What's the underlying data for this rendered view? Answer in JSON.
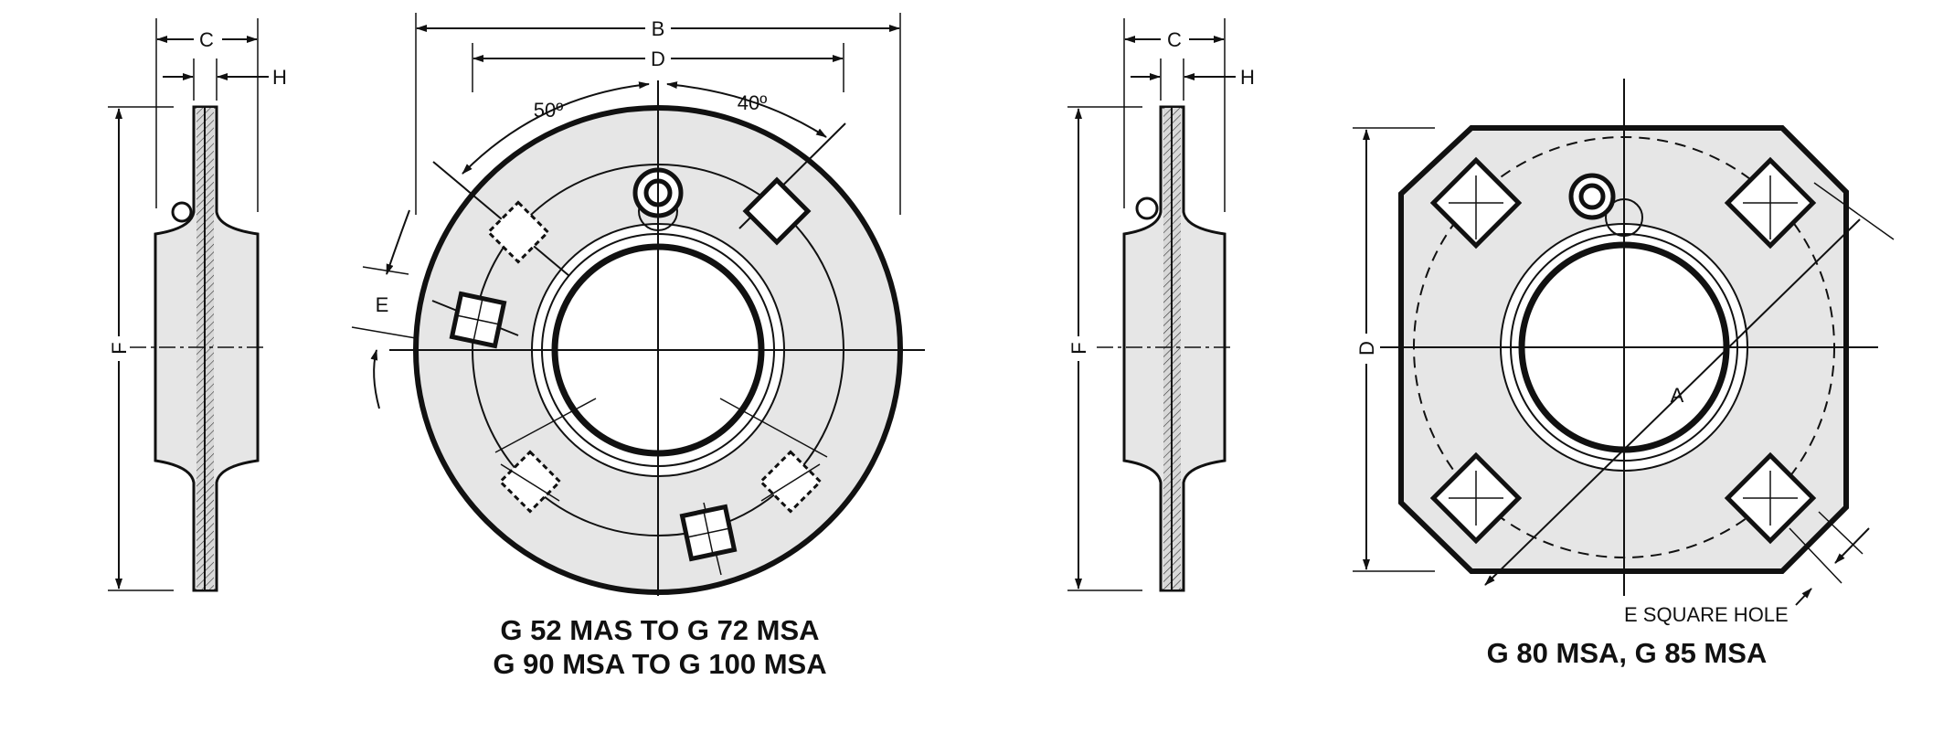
{
  "left_flange": {
    "side": {
      "dim_c": "C",
      "dim_h": "H",
      "dim_f": "F"
    },
    "front": {
      "dim_b": "B",
      "dim_d": "D",
      "angle_a": "50º",
      "angle_b": "40º",
      "dim_e": "E",
      "caption_line1": "G 52 MAS TO G 72 MSA",
      "caption_line2": "G 90 MSA TO G 100 MSA"
    }
  },
  "right_flange": {
    "side": {
      "dim_c": "C",
      "dim_h": "H",
      "dim_f": "F"
    },
    "front": {
      "dim_d": "D",
      "dim_a": "A",
      "note": "E  SQUARE HOLE",
      "caption": "G 80 MSA, G 85 MSA"
    }
  },
  "colors": {
    "line": "#111111",
    "fill": "#e6e6e6",
    "background": "#ffffff"
  }
}
